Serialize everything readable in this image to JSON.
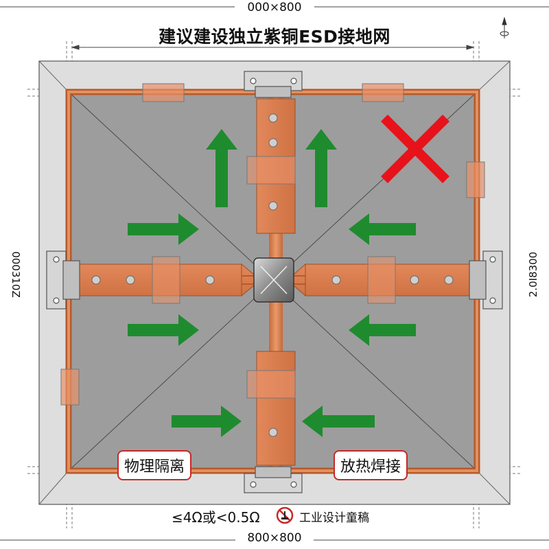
{
  "title": "建议建设独立紫铜ESD接地网",
  "dimensions": {
    "top": "000×800",
    "bottom": "800×800",
    "left": "000310Z",
    "right": "2.0I8300"
  },
  "labels": {
    "isolation": "物理隔离",
    "exothermic_welding": "放热焊接"
  },
  "footer": {
    "resistance_spec": "≤4Ω或<0.5Ω",
    "stamp_label": "工业设计童稿"
  },
  "colors": {
    "copper": "#d9824a",
    "copper_dark": "#b5582c",
    "arrow_green": "#1f8b2f",
    "cross_red": "#e8121b",
    "plate_fill": "#9b9b9b",
    "border_fill": "#cfcfcf",
    "clamp_fill": "#d8d8d8"
  },
  "icons": {
    "reject_mark": "red-x-icon",
    "stamp": "no-sign-icon",
    "center_junction": "cross-connector-icon"
  }
}
